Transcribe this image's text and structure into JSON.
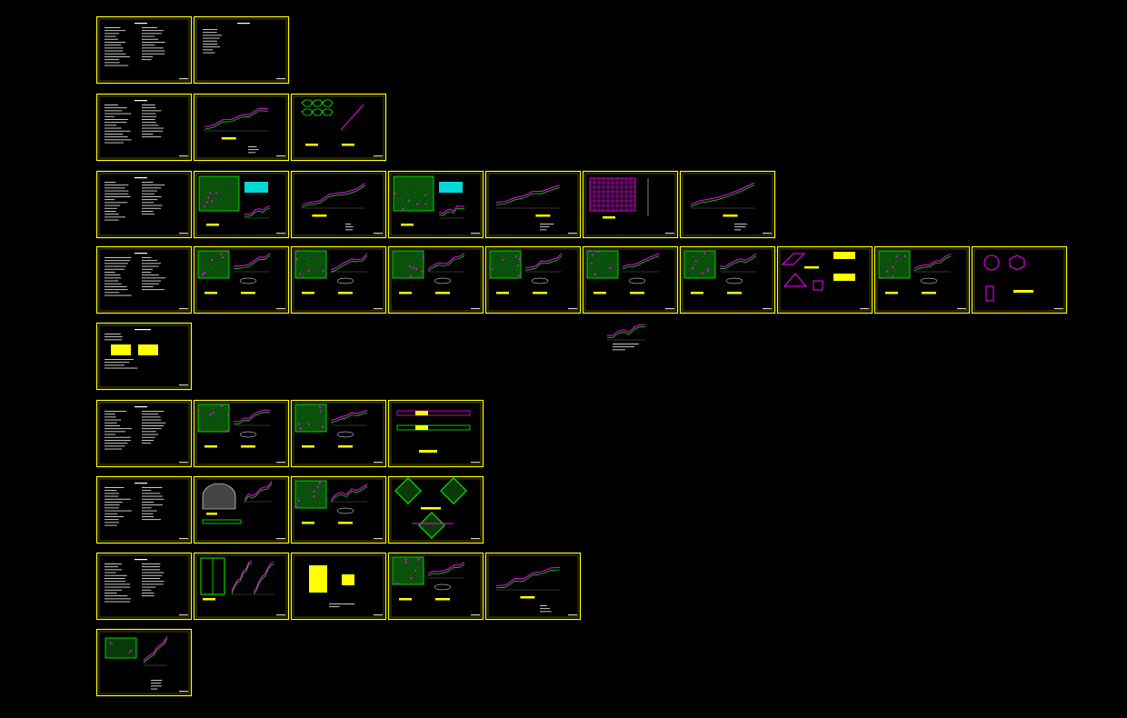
{
  "view": {
    "background": "#000000",
    "colors": {
      "frame": "#ffff00",
      "text_lines": "#ffffff",
      "hatch_green": "#00ff00",
      "magenta": "#ff00ff",
      "cyan": "#00ffff",
      "yellow_block": "#ffff00"
    }
  },
  "sheet_rows": [
    {
      "row": 1,
      "sheets": [
        "notes-text",
        "notes-text-sparse"
      ]
    },
    {
      "row": 2,
      "sheets": [
        "notes-text",
        "slope-section",
        "rock-pattern-detail"
      ]
    },
    {
      "row": 3,
      "sheets": [
        "notes-text",
        "plan-hatch-cyan",
        "slope-section",
        "plan-hatch-cyan",
        "slope-section",
        "grid-plan",
        "slope-section"
      ]
    },
    {
      "row": 4,
      "sheets": [
        "notes-text",
        "hatch-detail",
        "hatch-detail",
        "hatch-detail",
        "hatch-detail",
        "hatch-detail",
        "hatch-detail",
        "triangle-details",
        "hatch-detail",
        "hexagon-detail"
      ]
    },
    {
      "row": 5,
      "sheets": [
        "notes-table"
      ]
    },
    {
      "row": 6,
      "sheets": [
        "notes-text",
        "hatch-detail",
        "hatch-detail",
        "beam-elevation"
      ]
    },
    {
      "row": 7,
      "sheets": [
        "notes-text",
        "arch-detail",
        "hatch-detail",
        "diamond-detail"
      ]
    },
    {
      "row": 8,
      "sheets": [
        "notes-text",
        "column-detail",
        "block-table",
        "hatch-detail",
        "slope-section"
      ]
    },
    {
      "row": 9,
      "sheets": [
        "node-detail"
      ]
    }
  ],
  "loose_items": [
    {
      "type": "detail-snippet"
    }
  ]
}
